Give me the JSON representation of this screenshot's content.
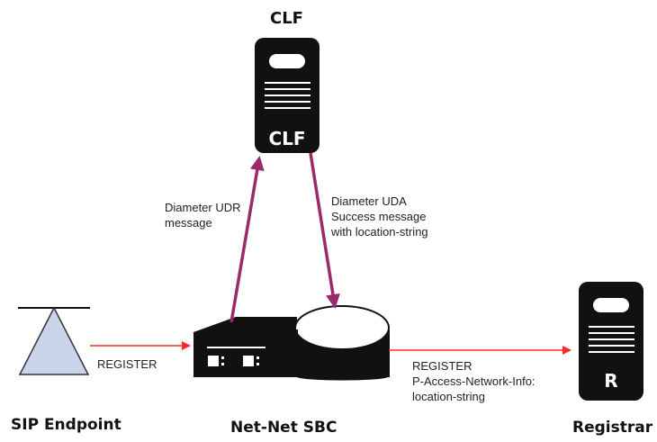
{
  "nodes": {
    "clf": {
      "title": "CLF",
      "server_label": "CLF"
    },
    "sip_endpoint": {
      "title": "SIP Endpoint"
    },
    "sbc": {
      "title": "Net-Net SBC"
    },
    "registrar": {
      "title": "Registrar",
      "server_label": "R"
    }
  },
  "edges": {
    "udr": {
      "lines": [
        "Diameter UDR",
        "message"
      ]
    },
    "uda": {
      "lines": [
        "Diameter UDA",
        "Success message",
        "with location-string"
      ]
    },
    "register_in": {
      "text": "REGISTER"
    },
    "register_out": {
      "lines": [
        "REGISTER",
        "P-Access-Network-Info:",
        "location-string"
      ]
    }
  },
  "colors": {
    "signal_arrow": "#ff2a2a",
    "diameter_arrow": "#9b2a6a",
    "device": "#111111"
  }
}
